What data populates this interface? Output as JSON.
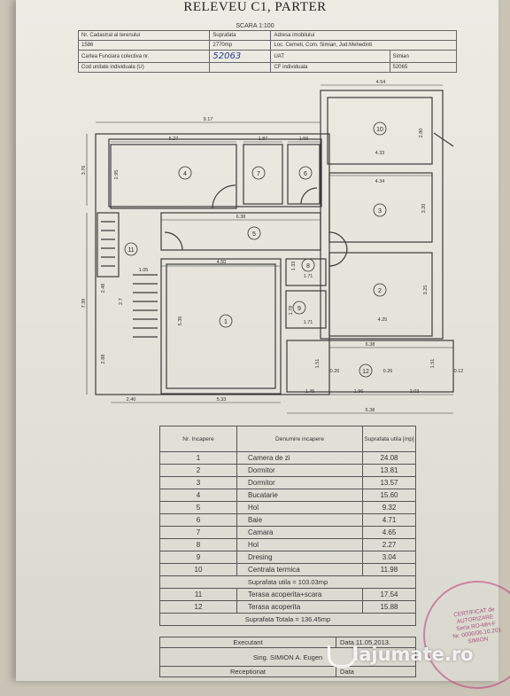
{
  "document": {
    "title": "RELEVEU C1, PARTER",
    "scale": "SCARA 1:100"
  },
  "info_table": {
    "rows": [
      [
        "Nr. Cadastral al terenului",
        "Suprafata",
        "Adresa imobilului"
      ],
      [
        "1586",
        "2770mp",
        "Loc. Cerneti, Com. Simian, Jud.Mehedinti"
      ],
      [
        "Cartea Funciara colectiva nr.",
        "52063",
        "UAT",
        "Simian"
      ],
      [
        "Cod unitate individuala (U)",
        "CF individuala",
        "52065"
      ]
    ],
    "handwritten": "52063"
  },
  "plan": {
    "rooms": [
      "1",
      "2",
      "3",
      "4",
      "5",
      "6",
      "7",
      "8",
      "9",
      "10",
      "11",
      "12"
    ],
    "dims": [
      "4.54",
      "9.17",
      "5.27",
      "1.87",
      "1.59",
      "4.33",
      "4.34",
      "6.38",
      "4.50",
      "1.05",
      "5.35",
      "2.40",
      "5.33",
      "1.45",
      "1.96",
      "2.03",
      "6.38",
      "3.76",
      "7.39",
      "2.95",
      "2.48",
      "2.7",
      "2.88",
      "2.80",
      "3.20",
      "3.25",
      "1.33",
      "1.78",
      "1.71",
      "1.71",
      "4.25",
      "6.38",
      "1.51",
      "1.51",
      "0.26",
      "0.26",
      "0.12"
    ]
  },
  "rooms_table": {
    "headers": [
      "Nr. Incapere",
      "Denumire incapere",
      "Suprafata utila [mp]"
    ],
    "rows": [
      [
        "1",
        "Camera de zi",
        "24.08"
      ],
      [
        "2",
        "Dormitor",
        "13.81"
      ],
      [
        "3",
        "Dormitor",
        "13.57"
      ],
      [
        "4",
        "Bucatarie",
        "15.60"
      ],
      [
        "5",
        "Hol",
        "9.32"
      ],
      [
        "6",
        "Baie",
        "4.71"
      ],
      [
        "7",
        "Camara",
        "4.65"
      ],
      [
        "8",
        "Hol",
        "2.27"
      ],
      [
        "9",
        "Dresing",
        "3.04"
      ],
      [
        "10",
        "Centrala termica",
        "11.98"
      ]
    ],
    "suprafata_utila": "Suprafata utila = 103.03mp",
    "extra_rows": [
      [
        "11",
        "Terasa acoperita+scara",
        "17.54"
      ],
      [
        "12",
        "Terasa acoperita",
        "15.88"
      ]
    ],
    "suprafata_totala": "Suprafata Totala = 136.45mp"
  },
  "signature": {
    "executant_label": "Executant",
    "data": "Data 11.05.2013.",
    "name": "Sing. SIMION A. Eugen",
    "receptionat": "Receptionat",
    "data2": "Data"
  },
  "stamp": {
    "lines": [
      "CERTIFICAT de",
      "AUTORIZARE",
      "Seria RO-MH-F",
      "Nr. 0006/06.10.201",
      "SIMION"
    ]
  },
  "watermark": "lajumate.ro",
  "colors": {
    "paper": "#e7e6df",
    "ink": "#333333",
    "stamp": "#b03c78"
  }
}
